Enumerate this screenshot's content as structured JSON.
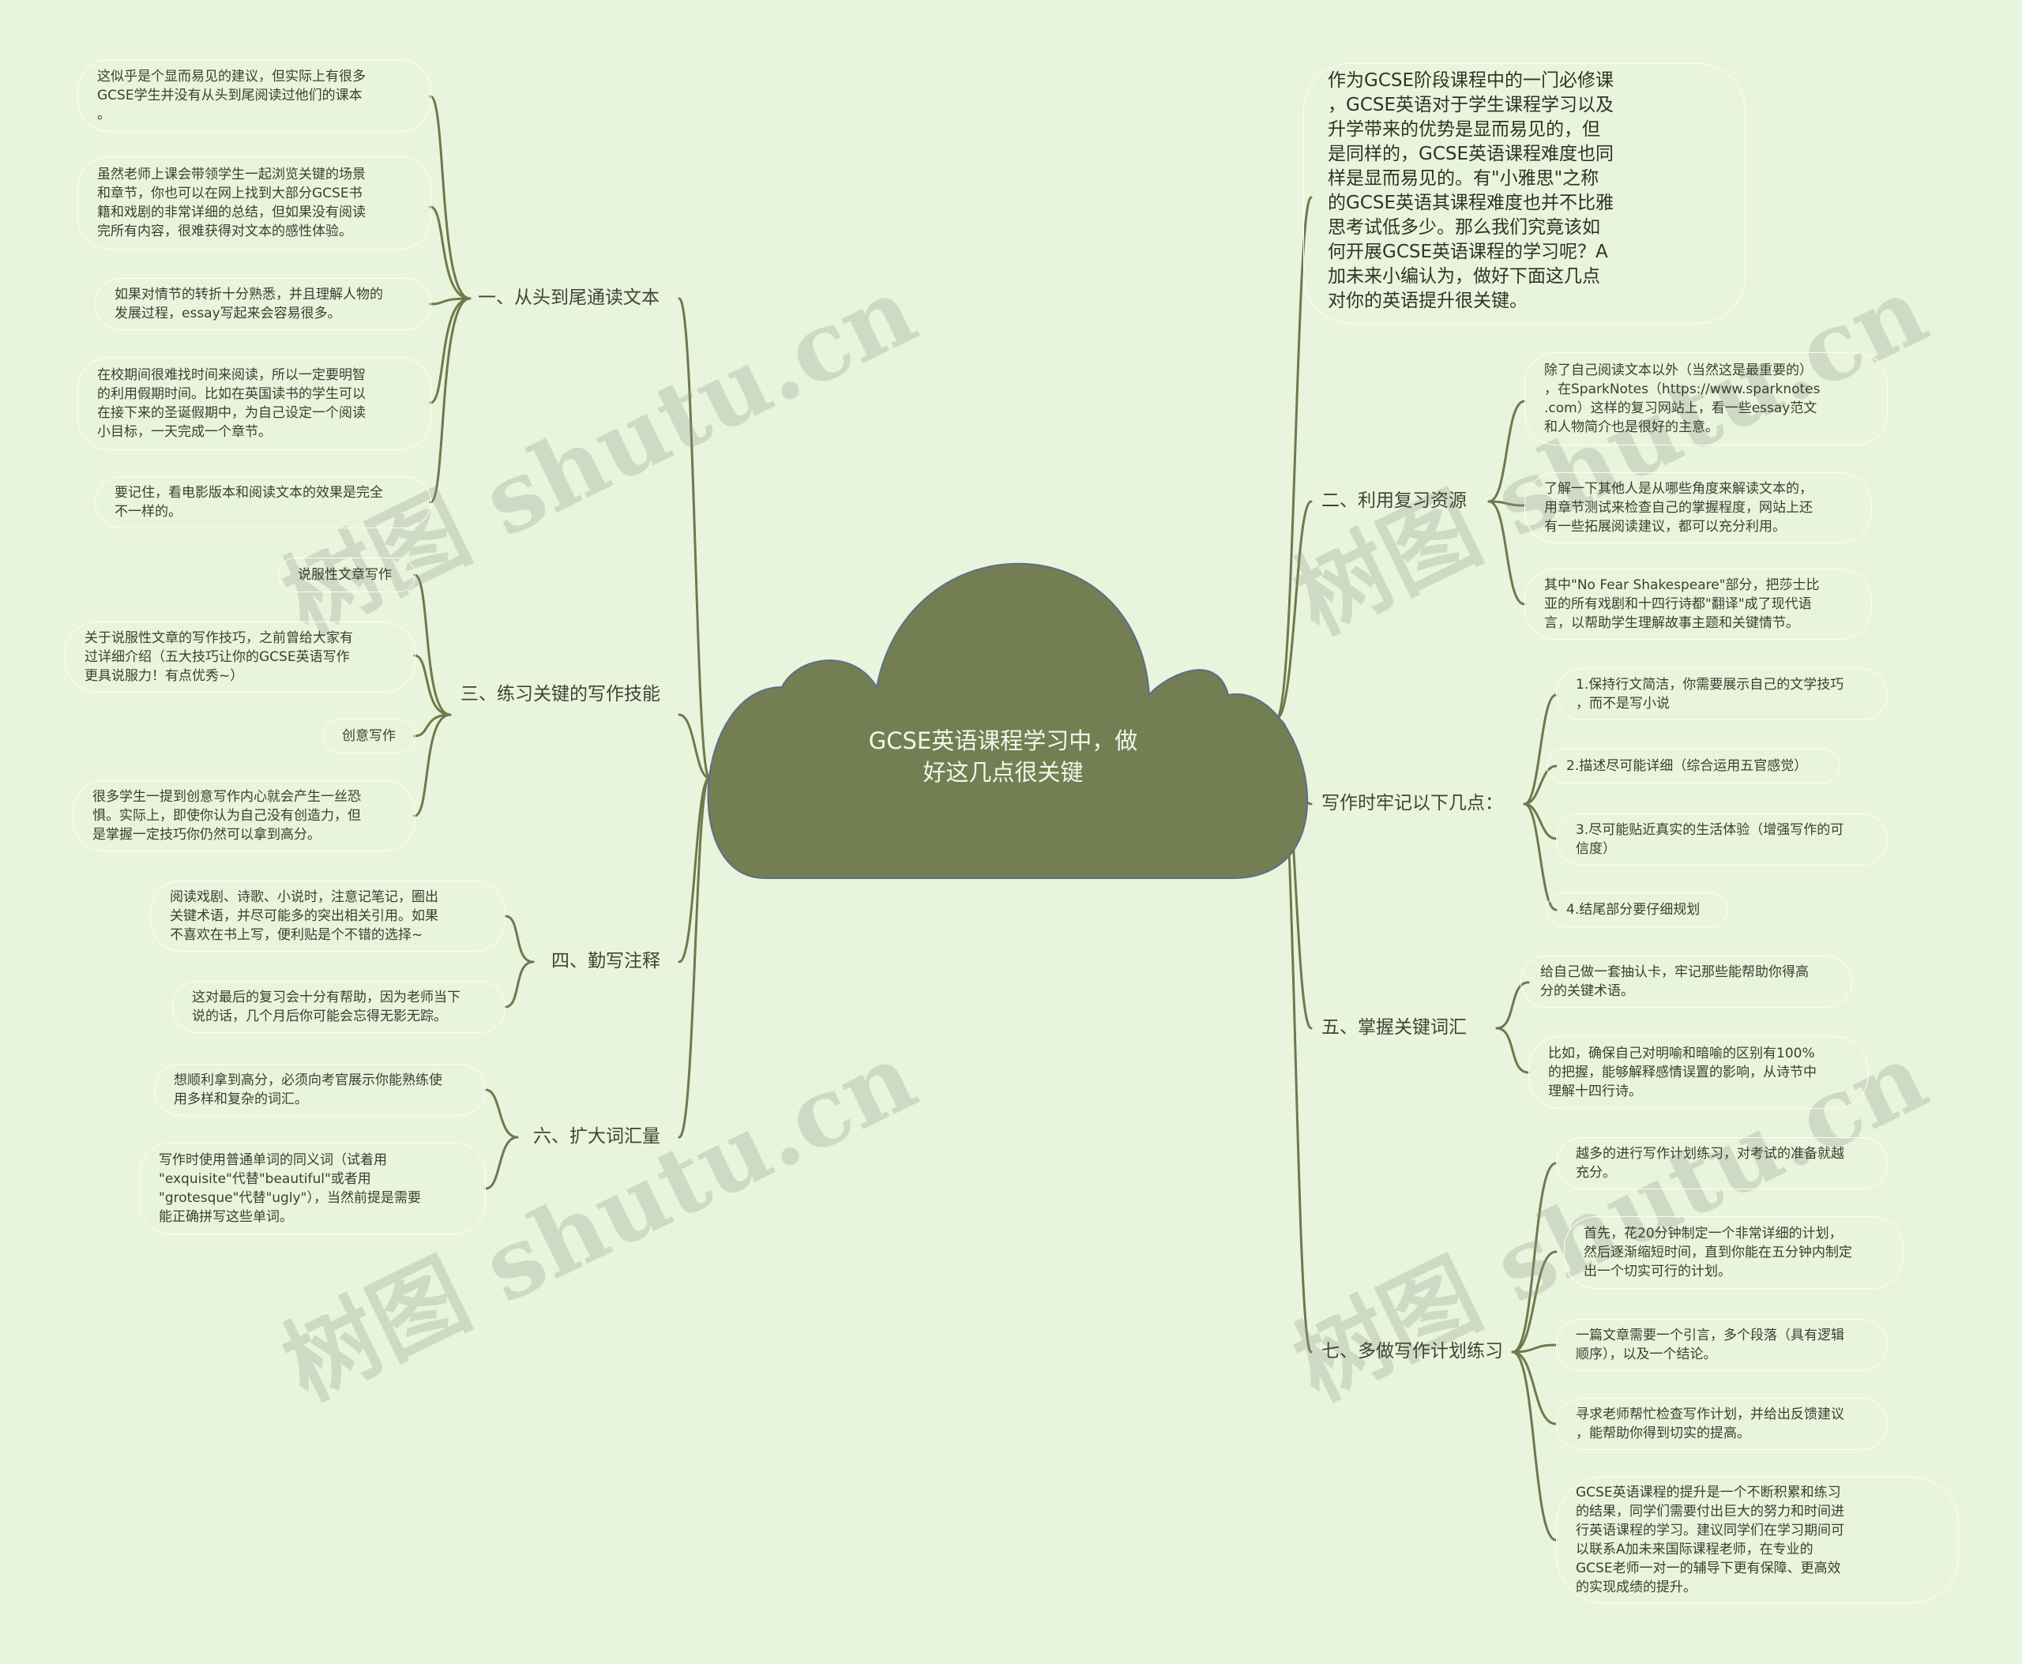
{
  "center": {
    "title": "GCSE英语课程学习中，做\n好这几点很关键"
  },
  "intro": "作为GCSE阶段课程中的一门必修课\n，GCSE英语对于学生课程学习以及\n升学带来的优势是显而易见的，但\n是同样的，GCSE英语课程难度也同\n样是显而易见的。有\"小雅思\"之称\n的GCSE英语其课程难度也并不比雅\n思考试低多少。那么我们究竟该如\n何开展GCSE英语课程的学习呢？A\n加未来小编认为，做好下面这几点\n对你的英语提升很关键。",
  "branches": {
    "b1": {
      "label": "一、从头到尾通读文本",
      "items": [
        "这似乎是个显而易见的建议，但实际上有很多\nGCSE学生并没有从头到尾阅读过他们的课本\n。",
        "虽然老师上课会带领学生一起浏览关键的场景\n和章节，你也可以在网上找到大部分GCSE书\n籍和戏剧的非常详细的总结，但如果没有阅读\n完所有内容，很难获得对文本的感性体验。",
        "如果对情节的转折十分熟悉，并且理解人物的\n发展过程，essay写起来会容易很多。",
        "在校期间很难找时间来阅读，所以一定要明智\n的利用假期时间。比如在英国读书的学生可以\n在接下来的圣诞假期中，为自己设定一个阅读\n小目标，一天完成一个章节。",
        "要记住，看电影版本和阅读文本的效果是完全\n不一样的。"
      ]
    },
    "b2": {
      "label": "二、利用复习资源",
      "items": [
        "除了自己阅读文本以外（当然这是最重要的）\n，在SparkNotes（https://www.sparknotes\n.com）这样的复习网站上，看一些essay范文\n和人物简介也是很好的主意。",
        "了解一下其他人是从哪些角度来解读文本的，\n用章节测试来检查自己的掌握程度，网站上还\n有一些拓展阅读建议，都可以充分利用。",
        "其中\"No Fear Shakespeare\"部分，把莎士比\n亚的所有戏剧和十四行诗都\"翻译\"成了现代语\n言，以帮助学生理解故事主题和关键情节。"
      ]
    },
    "b3": {
      "label": "三、练习关键的写作技能",
      "items": [
        "说服性文章写作",
        "关于说服性文章的写作技巧，之前曾给大家有\n过详细介绍（五大技巧让你的GCSE英语写作\n更具说服力！有点优秀~）",
        "创意写作",
        "很多学生一提到创意写作内心就会产生一丝恐\n惧。实际上，即使你认为自己没有创造力，但\n是掌握一定技巧你仍然可以拿到高分。"
      ]
    },
    "b4": {
      "label": "写作时牢记以下几点：",
      "items": [
        "1.保持行文简洁，你需要展示自己的文学技巧\n，而不是写小说",
        "2.描述尽可能详细（综合运用五官感觉）",
        "3.尽可能贴近真实的生活体验（增强写作的可\n信度）",
        "4.结尾部分要仔细规划"
      ]
    },
    "b5": {
      "label": "四、勤写注释",
      "items": [
        "阅读戏剧、诗歌、小说时，注意记笔记，圈出\n关键术语，并尽可能多的突出相关引用。如果\n不喜欢在书上写，便利贴是个不错的选择~",
        "这对最后的复习会十分有帮助，因为老师当下\n说的话，几个月后你可能会忘得无影无踪。"
      ]
    },
    "b6": {
      "label": "五、掌握关键词汇",
      "items": [
        "给自己做一套抽认卡，牢记那些能帮助你得高\n分的关键术语。",
        "比如，确保自己对明喻和暗喻的区别有100%\n的把握，能够解释感情误置的影响，从诗节中\n理解十四行诗。"
      ]
    },
    "b7": {
      "label": "六、扩大词汇量",
      "items": [
        "想顺利拿到高分，必须向考官展示你能熟练使\n用多样和复杂的词汇。",
        "写作时使用普通单词的同义词（试着用\n\"exquisite\"代替\"beautiful\"或者用\n\"grotesque\"代替\"ugly\"），当然前提是需要\n能正确拼写这些单词。"
      ]
    },
    "b8": {
      "label": "七、多做写作计划练习",
      "items": [
        "越多的进行写作计划练习，对考试的准备就越\n充分。",
        "首先，花20分钟制定一个非常详细的计划，\n然后逐渐缩短时间，直到你能在五分钟内制定\n出一个切实可行的计划。",
        "一篇文章需要一个引言，多个段落（具有逻辑\n顺序），以及一个结论。",
        "寻求老师帮忙检查写作计划，并给出反馈建议\n，能帮助你得到切实的提高。",
        "GCSE英语课程的提升是一个不断积累和练习\n的结果，同学们需要付出巨大的努力和时间进\n行英语课程的学习。建议同学们在学习期间可\n以联系A加未来国际课程老师，在专业的\nGCSE老师一对一的辅导下更有保障、更高效\n的实现成绩的提升。"
      ]
    }
  },
  "watermark": "树图 shutu.cn",
  "colors": {
    "background": "#e9f4dc",
    "cloud": "#737f53",
    "line": "#6e7a4c",
    "text": "#3a3f30"
  }
}
